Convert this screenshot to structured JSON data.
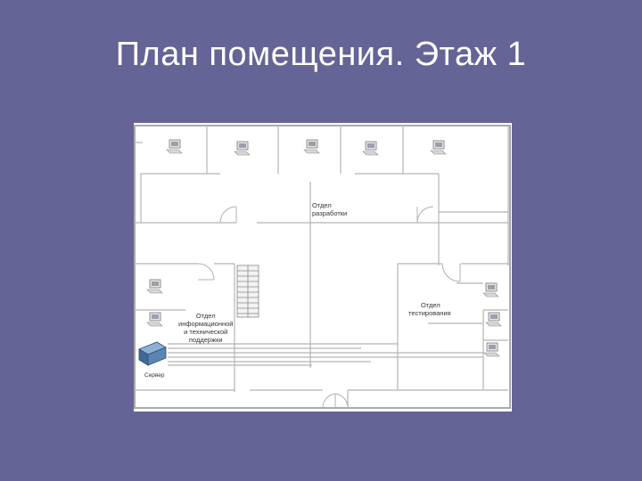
{
  "slide": {
    "title": "План помещения. Этаж 1",
    "background_color": "#646496"
  },
  "floor_plan": {
    "rooms": [
      {
        "line1": "Отдел",
        "line2": "разработки"
      },
      {
        "line1": "Отдел",
        "line2": "тестирования"
      },
      {
        "line1": "Отдел",
        "line2": "информационной",
        "line3": "и технической",
        "line4": "поддержки"
      }
    ],
    "server_label": "Сервер",
    "icons": [
      "computer-icon",
      "server-icon",
      "staircase-icon",
      "door-icon"
    ]
  }
}
